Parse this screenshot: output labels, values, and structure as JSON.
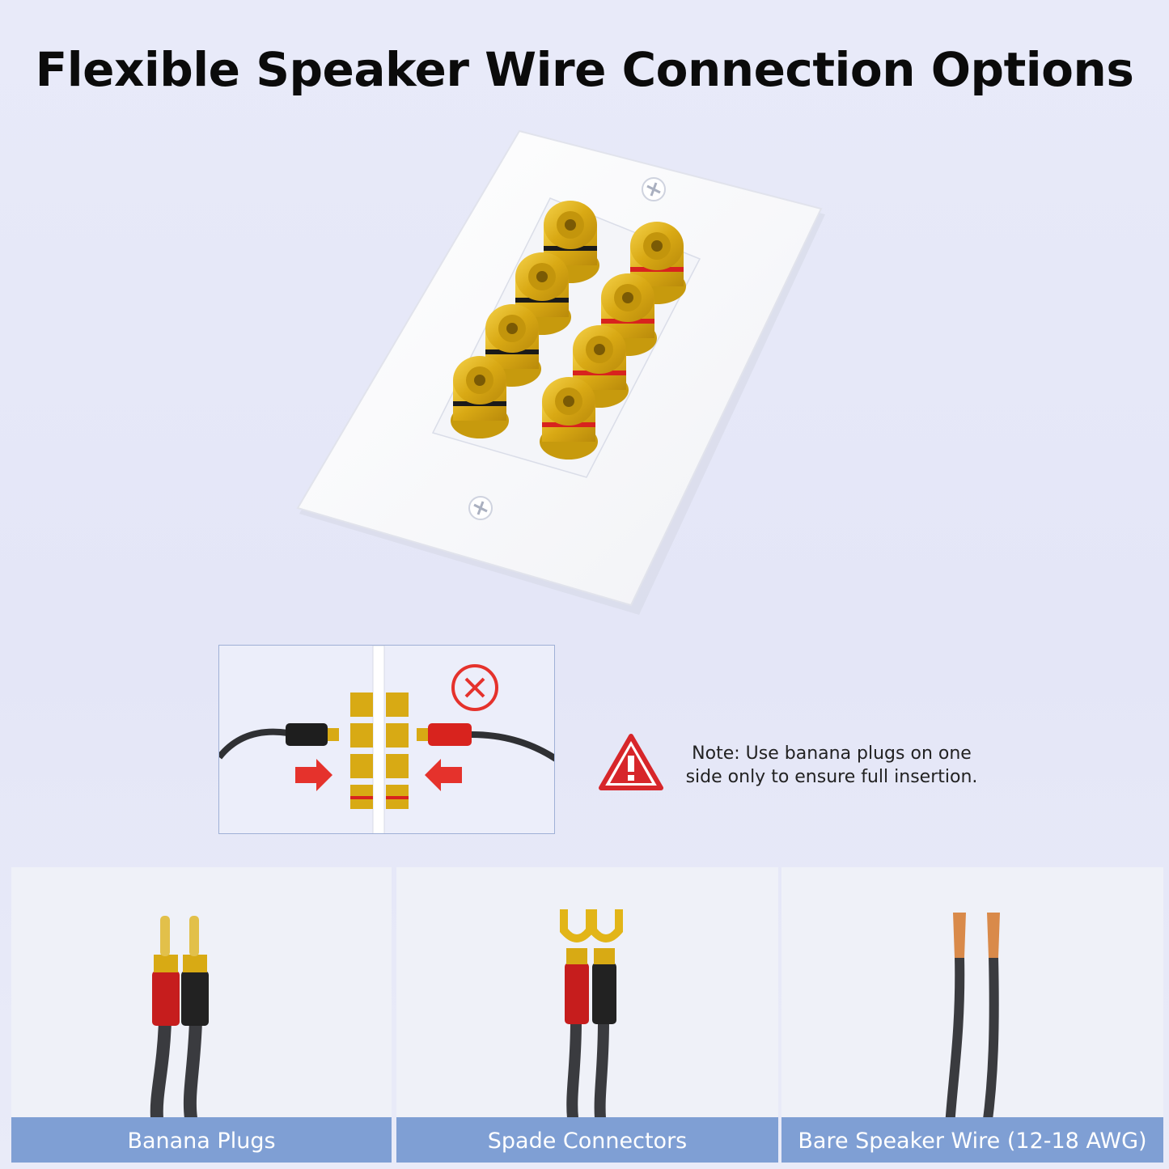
{
  "title": "Flexible Speaker Wire Connection Options",
  "note": {
    "line1": "Note: Use banana plugs on one",
    "line2": "side only to ensure full insertion."
  },
  "connectors": [
    {
      "label": "Banana Plugs"
    },
    {
      "label": "Spade Connectors"
    },
    {
      "label": "Bare Speaker Wire (12-18 AWG)"
    }
  ],
  "colors": {
    "gold": "#e2b518",
    "red_band": "#d8231e",
    "black_band": "#1a1a1a",
    "label_bar": "#7f9fd4",
    "warning": "#d7262a"
  },
  "icons": {
    "warning": "warning-triangle-icon",
    "prohibited": "circle-x-icon",
    "arrows": "arrow-right-icon"
  }
}
